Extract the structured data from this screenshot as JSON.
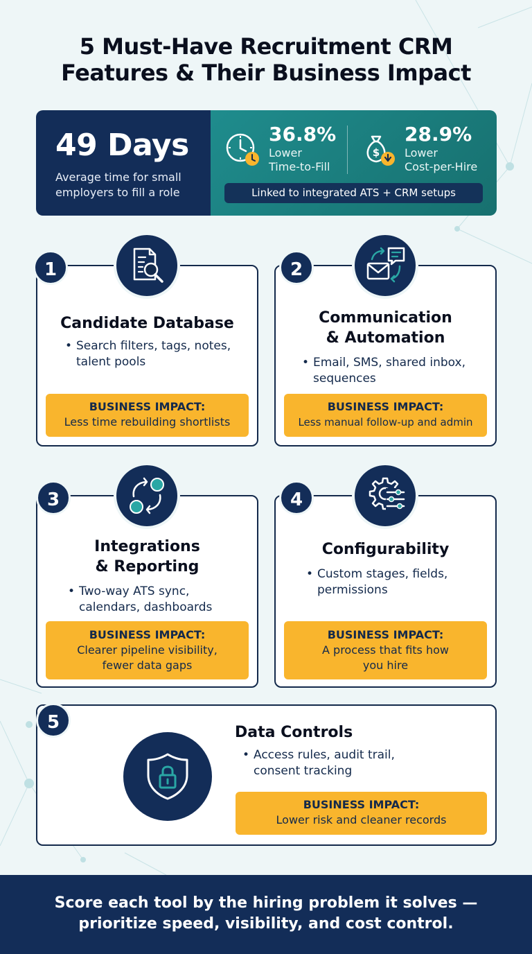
{
  "title": {
    "line1": "5 Must-Have Recruitment CRM",
    "line2": "Features & Their Business Impact"
  },
  "stats": {
    "days_value": "49 Days",
    "days_desc_line1": "Average time for small",
    "days_desc_line2": "employers to fill a role",
    "time_to_fill": {
      "value": "36.8%",
      "line1": "Lower",
      "line2": "Time-to-Fill",
      "icon": "clock-icon"
    },
    "cost_per_hire": {
      "value": "28.9%",
      "line1": "Lower",
      "line2": "Cost-per-Hire",
      "icon": "money-bag-icon"
    },
    "linked_note": "Linked to integrated ATS + CRM setups"
  },
  "features": [
    {
      "number": "1",
      "title_line1": "Candidate Database",
      "title_line2": "",
      "bullet_line1": "Search filters, tags, notes,",
      "bullet_line2": "talent pools",
      "impact_label": "BUSINESS IMPACT:",
      "impact_line1": "Less time rebuilding shortlists",
      "impact_line2": "",
      "icon": "document-search-icon"
    },
    {
      "number": "2",
      "title_line1": "Communication",
      "title_line2": "& Automation",
      "bullet_line1": "Email, SMS, shared inbox,",
      "bullet_line2": "sequences",
      "impact_label": "BUSINESS IMPACT:",
      "impact_line1": "Less manual follow-up and admin",
      "impact_line2": "",
      "icon": "envelope-chat-icon"
    },
    {
      "number": "3",
      "title_line1": "Integrations",
      "title_line2": "& Reporting",
      "bullet_line1": "Two-way ATS sync,",
      "bullet_line2": "calendars, dashboards",
      "impact_label": "BUSINESS IMPACT:",
      "impact_line1": "Clearer pipeline visibility,",
      "impact_line2": "fewer data gaps",
      "icon": "sync-icon"
    },
    {
      "number": "4",
      "title_line1": "Configurability",
      "title_line2": "",
      "bullet_line1": "Custom stages, fields,",
      "bullet_line2": "permissions",
      "impact_label": "BUSINESS IMPACT:",
      "impact_line1": "A process that fits how",
      "impact_line2": "you hire",
      "icon": "gear-sliders-icon"
    },
    {
      "number": "5",
      "title_line1": "Data Controls",
      "title_line2": "",
      "bullet_line1": "Access rules, audit trail,",
      "bullet_line2": "consent tracking",
      "impact_label": "BUSINESS IMPACT:",
      "impact_line1": "Lower risk and cleaner records",
      "impact_line2": "",
      "icon": "shield-lock-icon"
    }
  ],
  "footer": {
    "line1": "Score each tool by the hiring problem it solves —",
    "line2": "prioritize speed, visibility, and cost control."
  },
  "colors": {
    "navy": "#132d58",
    "teal": "#1f8c8d",
    "amber": "#f9b52d",
    "background": "#eef6f7",
    "icon_accent": "#2aa7a5"
  }
}
